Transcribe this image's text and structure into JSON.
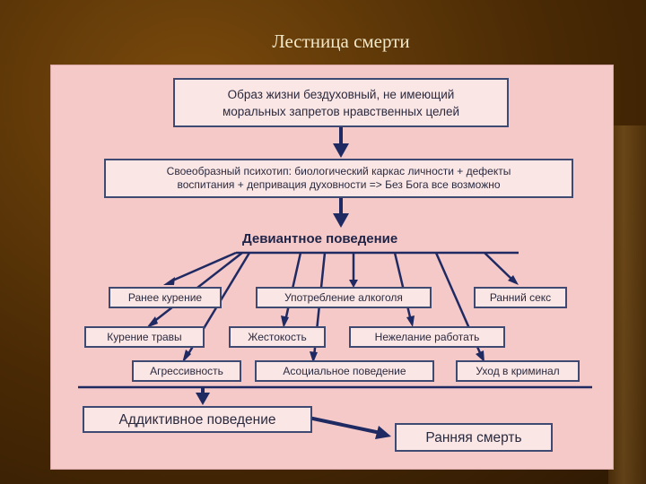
{
  "slide": {
    "title": "Лестница смерти"
  },
  "diagram": {
    "top_box": [
      "Образ жизни бездуховный, не имеющий",
      "моральных запретов нравственных целей"
    ],
    "psychotype_box": [
      "Своеобразный психотип: биологический каркас личности + дефекты",
      "воспитания + депривация духовности => Без Бога все возможно"
    ],
    "deviant_heading": "Девиантное поведение",
    "behaviors": {
      "early_smoking": "Ранее курение",
      "alcohol_use": "Употребление алкоголя",
      "early_sex": "Ранний секс",
      "weed_smoking": "Курение травы",
      "cruelty": "Жестокость",
      "reluctance_to_work": "Нежелание работать",
      "aggressiveness": "Агрессивность",
      "asocial_behavior": "Асоциальное поведение",
      "criminal_path": "Уход в криминал"
    },
    "addictive_box": "Аддиктивное поведение",
    "early_death_box": "Ранняя смерть"
  },
  "colors": {
    "panel": "#f4c9c8",
    "box_fill": "#fbe6e6",
    "border": "#3f4a73",
    "arrow": "#1f2a63"
  }
}
